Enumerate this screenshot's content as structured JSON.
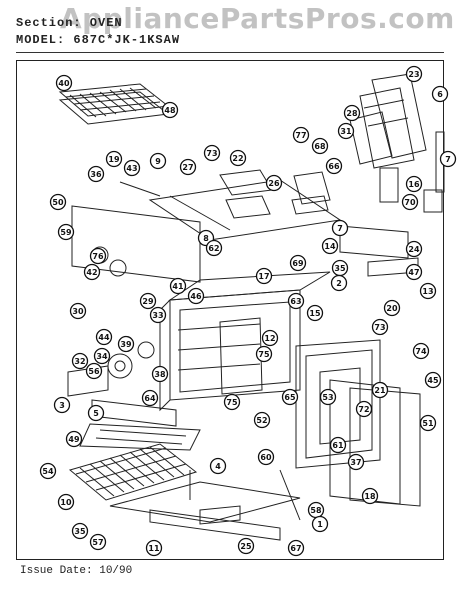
{
  "watermark": "AppliancePartsPros.com",
  "header": {
    "section": "Section: OVEN",
    "model": "MODEL: 687C*JK-1KSAW"
  },
  "footer": {
    "issue_date": "Issue Date: 10/90"
  },
  "callouts": [
    {
      "id": "40"
    },
    {
      "id": "48"
    },
    {
      "id": "23"
    },
    {
      "id": "28"
    },
    {
      "id": "6"
    },
    {
      "id": "31"
    },
    {
      "id": "77"
    },
    {
      "id": "68"
    },
    {
      "id": "73"
    },
    {
      "id": "22"
    },
    {
      "id": "19"
    },
    {
      "id": "43"
    },
    {
      "id": "9"
    },
    {
      "id": "27"
    },
    {
      "id": "36"
    },
    {
      "id": "66"
    },
    {
      "id": "26"
    },
    {
      "id": "16"
    },
    {
      "id": "7"
    },
    {
      "id": "70"
    },
    {
      "id": "50"
    },
    {
      "id": "59"
    },
    {
      "id": "8"
    },
    {
      "id": "7"
    },
    {
      "id": "14"
    },
    {
      "id": "24"
    },
    {
      "id": "76"
    },
    {
      "id": "62"
    },
    {
      "id": "42"
    },
    {
      "id": "69"
    },
    {
      "id": "35"
    },
    {
      "id": "47"
    },
    {
      "id": "17"
    },
    {
      "id": "41"
    },
    {
      "id": "46"
    },
    {
      "id": "2"
    },
    {
      "id": "13"
    },
    {
      "id": "30"
    },
    {
      "id": "29"
    },
    {
      "id": "63"
    },
    {
      "id": "20"
    },
    {
      "id": "33"
    },
    {
      "id": "15"
    },
    {
      "id": "73"
    },
    {
      "id": "12"
    },
    {
      "id": "44"
    },
    {
      "id": "39"
    },
    {
      "id": "75"
    },
    {
      "id": "74"
    },
    {
      "id": "32"
    },
    {
      "id": "34"
    },
    {
      "id": "56"
    },
    {
      "id": "38"
    },
    {
      "id": "45"
    },
    {
      "id": "21"
    },
    {
      "id": "3"
    },
    {
      "id": "64"
    },
    {
      "id": "75"
    },
    {
      "id": "65"
    },
    {
      "id": "53"
    },
    {
      "id": "5"
    },
    {
      "id": "72"
    },
    {
      "id": "51"
    },
    {
      "id": "52"
    },
    {
      "id": "61"
    },
    {
      "id": "49"
    },
    {
      "id": "4"
    },
    {
      "id": "60"
    },
    {
      "id": "37"
    },
    {
      "id": "54"
    },
    {
      "id": "18"
    },
    {
      "id": "10"
    },
    {
      "id": "58"
    },
    {
      "id": "35"
    },
    {
      "id": "1"
    },
    {
      "id": "57"
    },
    {
      "id": "11"
    },
    {
      "id": "25"
    },
    {
      "id": "67"
    }
  ]
}
